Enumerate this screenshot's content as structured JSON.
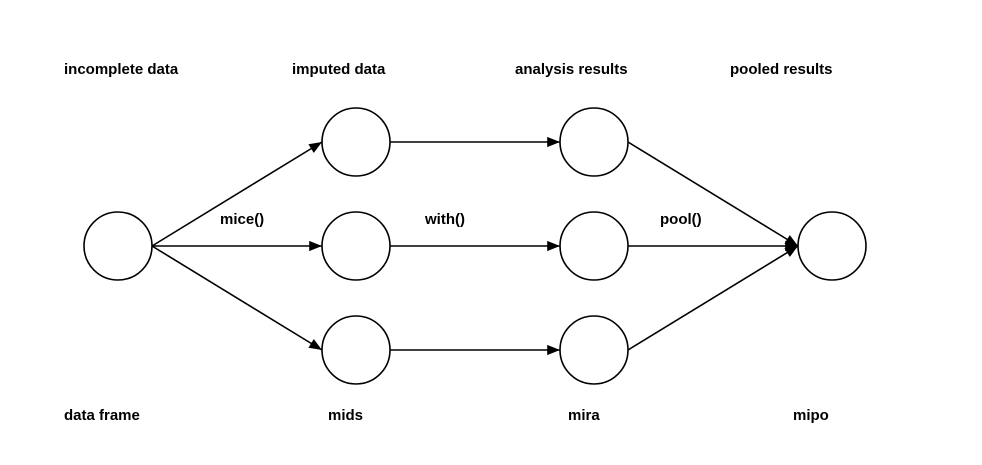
{
  "stages": [
    {
      "header": "incomplete data",
      "footer": "data frame"
    },
    {
      "header": "imputed data",
      "footer": "mids"
    },
    {
      "header": "analysis results",
      "footer": "mira"
    },
    {
      "header": "pooled results",
      "footer": "mipo"
    }
  ],
  "functions": [
    "mice()",
    "with()",
    "pool()"
  ],
  "colors": {
    "stroke": "#000000",
    "background": "#ffffff"
  }
}
